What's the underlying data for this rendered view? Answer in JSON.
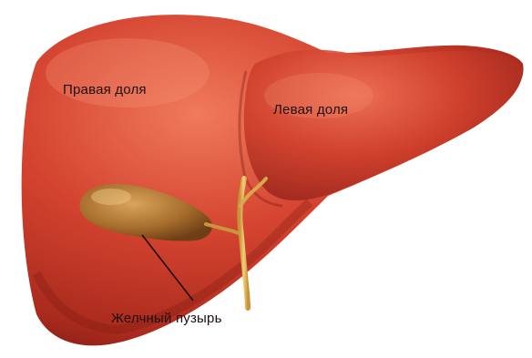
{
  "labels": {
    "right_lobe": "Правая доля",
    "left_lobe": "Левая доля",
    "gallbladder": "Желчный пузырь"
  },
  "colors": {
    "liver_base": "#c93a2a",
    "liver_highlight": "#ee6d52",
    "liver_shadow": "#8e1d14",
    "gallbladder": "#a8732e",
    "bile_duct": "#d7a84a",
    "background": "#ffffff"
  }
}
